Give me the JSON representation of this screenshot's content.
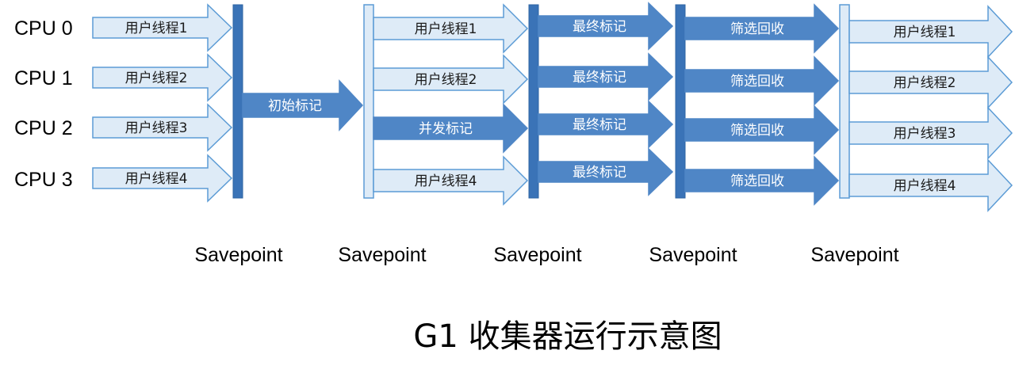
{
  "cpus": [
    "CPU 0",
    "CPU 1",
    "CPU 2",
    "CPU 3"
  ],
  "phase1": {
    "user_threads": [
      "用户线程1",
      "用户线程2",
      "用户线程3",
      "用户线程4"
    ]
  },
  "initial_mark": "初始标记",
  "phase2": {
    "items": [
      "用户线程1",
      "用户线程2",
      "并发标记",
      "用户线程4"
    ]
  },
  "phase3": {
    "items": [
      "最终标记",
      "最终标记",
      "最终标记",
      "最终标记"
    ]
  },
  "phase4": {
    "items": [
      "筛选回收",
      "筛选回收",
      "筛选回收",
      "筛选回收"
    ]
  },
  "phase5": {
    "user_threads": [
      "用户线程1",
      "用户线程2",
      "用户线程3",
      "用户线程4"
    ]
  },
  "savepoints": [
    "Savepoint",
    "Savepoint",
    "Savepoint",
    "Savepoint",
    "Savepoint"
  ],
  "title": "G1 收集器运行示意图",
  "colors": {
    "light_fill": "#deebf7",
    "light_stroke": "#5b9bd5",
    "dark_fill": "#4f86c6",
    "bar_dark": "#3a73b7"
  }
}
